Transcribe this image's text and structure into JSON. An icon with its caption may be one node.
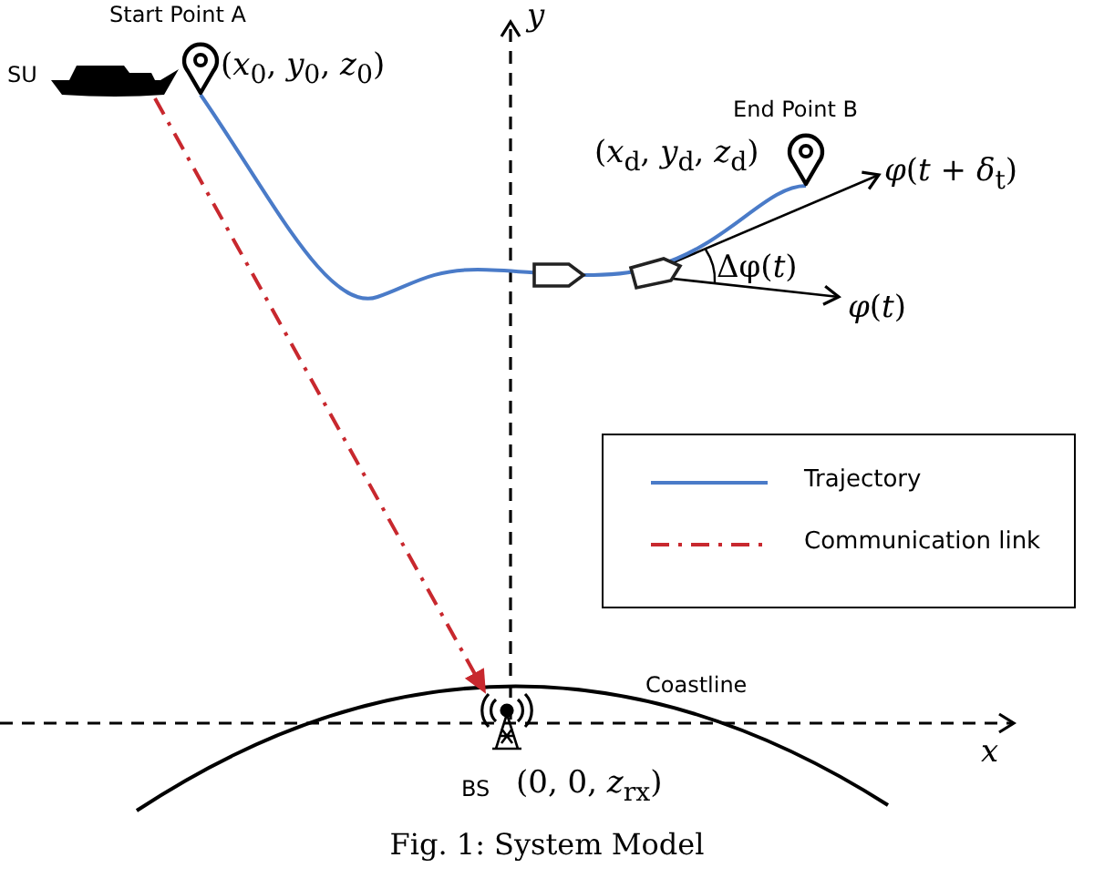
{
  "diagram": {
    "caption": "Fig. 1: System Model",
    "nodes": [
      {
        "text": [],
        "shape": "picture",
        "beside": [
          "SU"
        ]
      },
      {
        "text": [],
        "shape": "picture",
        "beside": [
          "Start Point A",
          "(*x*$_{0}$, *y*$_{0}$, *z*$_{0}$)"
        ]
      },
      {
        "text": [],
        "shape": "picture",
        "beside": [
          "End Point B",
          "(*x*$_{d}$, *y*$_{d}$, *z*$_{d}$)"
        ]
      },
      {
        "text": [],
        "shape": "picture",
        "beside": [
          "BS",
          "(0, 0, *z*$_{rx}$)"
        ]
      }
    ],
    "edges": [
      {
        "from": 1,
        "to": 2,
        "arrow": "none",
        "color": "#4a7bc8"
      },
      {
        "from": 0,
        "to": 3,
        "arrow": "to",
        "style": "dashed",
        "color": "#c8282e"
      }
    ],
    "labels": [
      "y",
      "*φ*(*t* + *δ*$_{t}$)",
      "Δφ(*t*)",
      "*φ*(*t*)",
      "Coastline",
      "x"
    ],
    "legend": [
      {
        "text": "Trajectory"
      },
      {
        "text": "Communication link"
      }
    ]
  }
}
